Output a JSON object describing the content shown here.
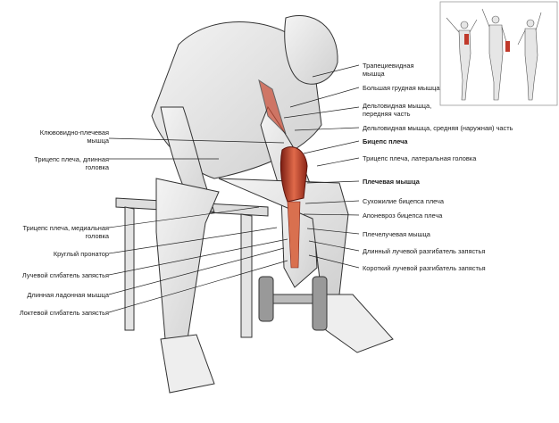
{
  "diagram": {
    "labels_left": [
      {
        "id": "coracobrachialis",
        "text": "Клювовидно-плечевая мышца"
      },
      {
        "id": "triceps-long",
        "text": "Трицепс плеча, длинная головка"
      },
      {
        "id": "triceps-medial",
        "text": "Трицепс плеча, медиальная головка"
      },
      {
        "id": "pronator-teres",
        "text": "Круглый пронатор"
      },
      {
        "id": "flexor-carpi-radialis",
        "text": "Лучевой сгибатель запястья"
      },
      {
        "id": "palmaris-longus",
        "text": "Длинная ладонная мышца"
      },
      {
        "id": "flexor-carpi-ulnaris",
        "text": "Локтевой сгибатель запястья"
      }
    ],
    "labels_right": [
      {
        "id": "trapezius",
        "text": "Трапециевидная мышца"
      },
      {
        "id": "pectoralis-major",
        "text": "Большая грудная мышца"
      },
      {
        "id": "deltoid-anterior",
        "text": "Дельтовидная мышца, передняя часть"
      },
      {
        "id": "deltoid-middle",
        "text": "Дельтовидная мышца, средняя (наружная) часть"
      },
      {
        "id": "biceps",
        "text": "Бицепс плеча"
      },
      {
        "id": "triceps-lateral",
        "text": "Трицепс плеча, латеральная головка"
      },
      {
        "id": "brachialis",
        "text": "Плечевая мышца"
      },
      {
        "id": "biceps-tendon",
        "text": "Сухожилие бицепса плеча"
      },
      {
        "id": "bicipital-aponeurosis",
        "text": "Апоневроз бицепса плеча"
      },
      {
        "id": "brachioradialis",
        "text": "Плечелучевая мышца"
      },
      {
        "id": "ecr-longus",
        "text": "Длинный лучевой разгибатель запястья"
      },
      {
        "id": "ecr-brevis",
        "text": "Короткий лучевой разгибатель запястья"
      }
    ],
    "highlight_color": "#c0392b",
    "line_color": "#222222"
  }
}
